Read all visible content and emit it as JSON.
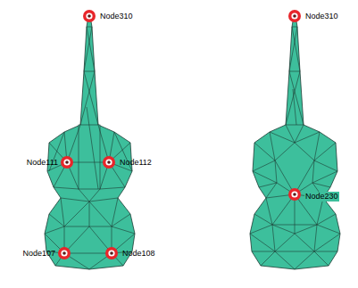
{
  "diagram": {
    "labels": [
      "Node310",
      "Node111",
      "Node112",
      "Node107",
      "Node108",
      "Node310",
      "Node230"
    ]
  }
}
